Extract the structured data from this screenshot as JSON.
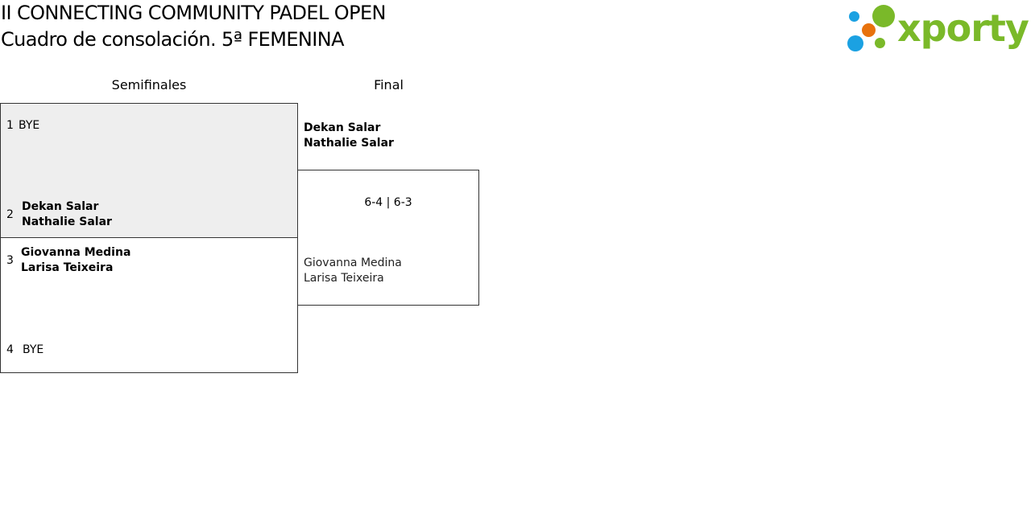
{
  "header": {
    "title": "II CONNECTING COMMUNITY PADEL OPEN",
    "subtitle": "Cuadro de consolación. 5ª FEMENINA",
    "logo_text": "xporty",
    "logo_colors": {
      "green": "#7ab929",
      "blue": "#1ba1e2",
      "orange": "#e8720c"
    }
  },
  "rounds": [
    {
      "label": "Semifinales"
    },
    {
      "label": "Final"
    }
  ],
  "semifinals": [
    {
      "entries": [
        {
          "seed": "1",
          "name": "BYE"
        },
        {
          "seed": "2",
          "player1": "Dekan Salar",
          "player2": "Nathalie Salar"
        }
      ]
    },
    {
      "entries": [
        {
          "seed": "3",
          "player1": "Giovanna Medina",
          "player2": "Larisa Teixeira"
        },
        {
          "seed": "4",
          "name": "BYE"
        }
      ]
    }
  ],
  "final": {
    "winner": {
      "player1": "Dekan Salar",
      "player2": "Nathalie Salar"
    },
    "score": "6-4 | 6-3",
    "runner_up": {
      "player1": "Giovanna Medina",
      "player2": "Larisa Teixeira"
    }
  }
}
